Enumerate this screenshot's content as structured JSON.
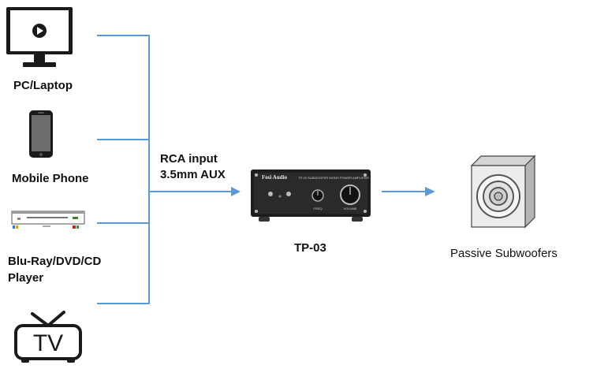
{
  "sources": [
    {
      "label": "PC/Laptop",
      "icon": "monitor-icon"
    },
    {
      "label": "Mobile Phone",
      "icon": "phone-icon"
    },
    {
      "label_lines": [
        "Blu-Ray/DVD/CD",
        "Player"
      ],
      "icon": "disc-player-icon"
    },
    {
      "label": "",
      "icon": "tv-icon",
      "icon_text": "TV"
    }
  ],
  "connection": {
    "line1": "RCA input",
    "line2": "3.5mm AUX"
  },
  "amplifier": {
    "label": "TP-03",
    "brand": "Fosi Audio",
    "panel_text": "TP-03 SUBWOOFER MONO POWER AMPLIFIER",
    "knob_labels": [
      "FREQ",
      "VOLUME"
    ]
  },
  "output": {
    "label": "Passive Subwoofers",
    "icon": "subwoofer-icon"
  },
  "colors": {
    "line": "#5b9bd5",
    "device": "#1a1a1a"
  }
}
